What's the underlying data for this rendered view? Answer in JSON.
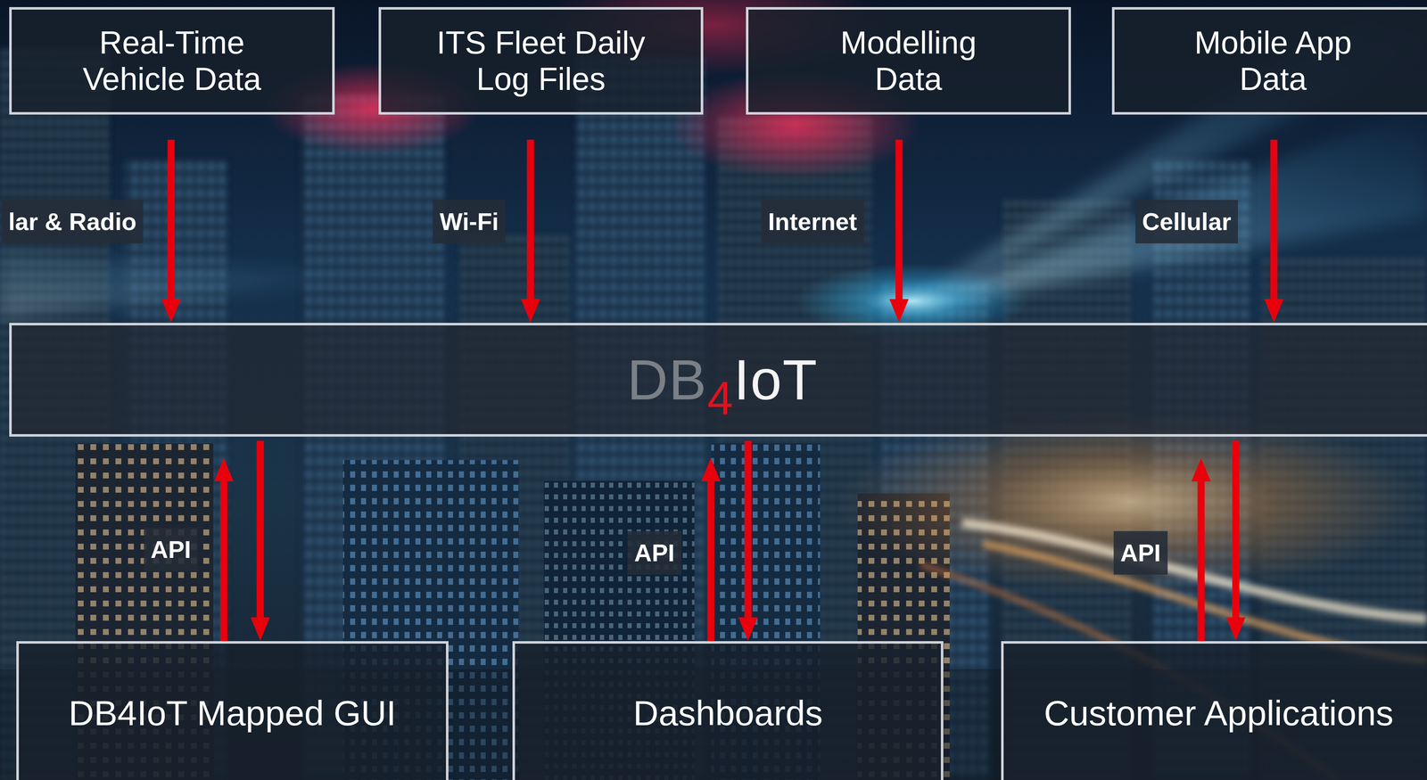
{
  "diagram": {
    "nodes": [
      {
        "text": [
          "Real-Time Vehicle Data"
        ]
      },
      {
        "text": [
          "ITS Fleet Daily Log Files"
        ]
      },
      {
        "text": [
          "Modelling Data"
        ]
      },
      {
        "text": [
          "Mobile App Data"
        ]
      },
      {
        "text": [
          "DB4IoT"
        ]
      },
      {
        "text": [
          "DB4IoT Mapped GUI"
        ]
      },
      {
        "text": [
          "Dashboards"
        ]
      },
      {
        "text": [
          "Customer Applications"
        ]
      }
    ],
    "edges": [
      {
        "from": 0,
        "to": 4,
        "label": "lar & Radio",
        "arrow": "to"
      },
      {
        "from": 1,
        "to": 4,
        "label": "Wi-Fi",
        "arrow": "to"
      },
      {
        "from": 2,
        "to": 4,
        "label": "Internet",
        "arrow": "to"
      },
      {
        "from": 3,
        "to": 4,
        "label": "Cellular",
        "arrow": "to"
      },
      {
        "from": 5,
        "to": 4,
        "label": "API",
        "arrow": "to"
      },
      {
        "from": 4,
        "to": 5,
        "arrow": "to"
      },
      {
        "from": 6,
        "to": 4,
        "label": "API",
        "arrow": "to"
      },
      {
        "from": 4,
        "to": 6,
        "arrow": "to"
      },
      {
        "from": 7,
        "to": 4,
        "label": "API",
        "arrow": "to"
      },
      {
        "from": 4,
        "to": 7,
        "arrow": "to"
      }
    ]
  }
}
